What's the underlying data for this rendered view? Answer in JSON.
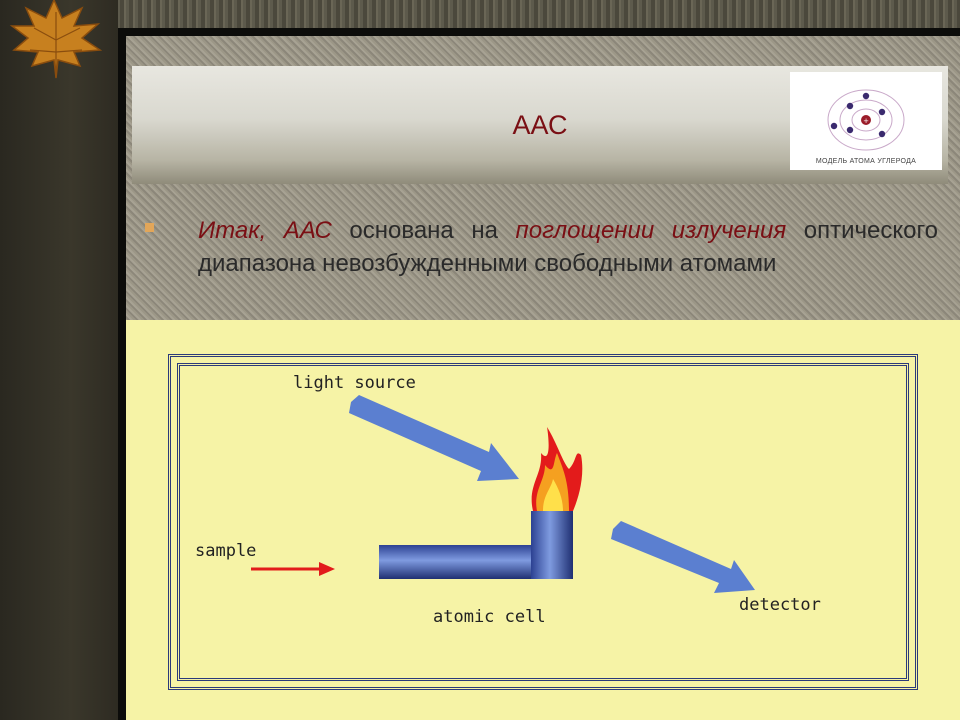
{
  "slide": {
    "title": "ААС",
    "logo_caption": "МОДЕЛЬ АТОМА УГЛЕРОДА",
    "bullet": {
      "lead": "Итак, ААС",
      "text1": " основана на ",
      "emphasis": "поглощении излучения",
      "text2": " оптического диапазона невозбужденными свободными атомами"
    }
  },
  "diagram": {
    "light_source": "light source",
    "sample": "sample",
    "atomic_cell": "atomic cell",
    "detector": "detector"
  },
  "colors": {
    "title": "#7a0f14",
    "arrow_blue": "#5b7fd0",
    "sample_arrow": "#e21b1b",
    "tube": "#3a55a8",
    "bullet": "#e2a659",
    "panel": "#f6f3a6"
  }
}
